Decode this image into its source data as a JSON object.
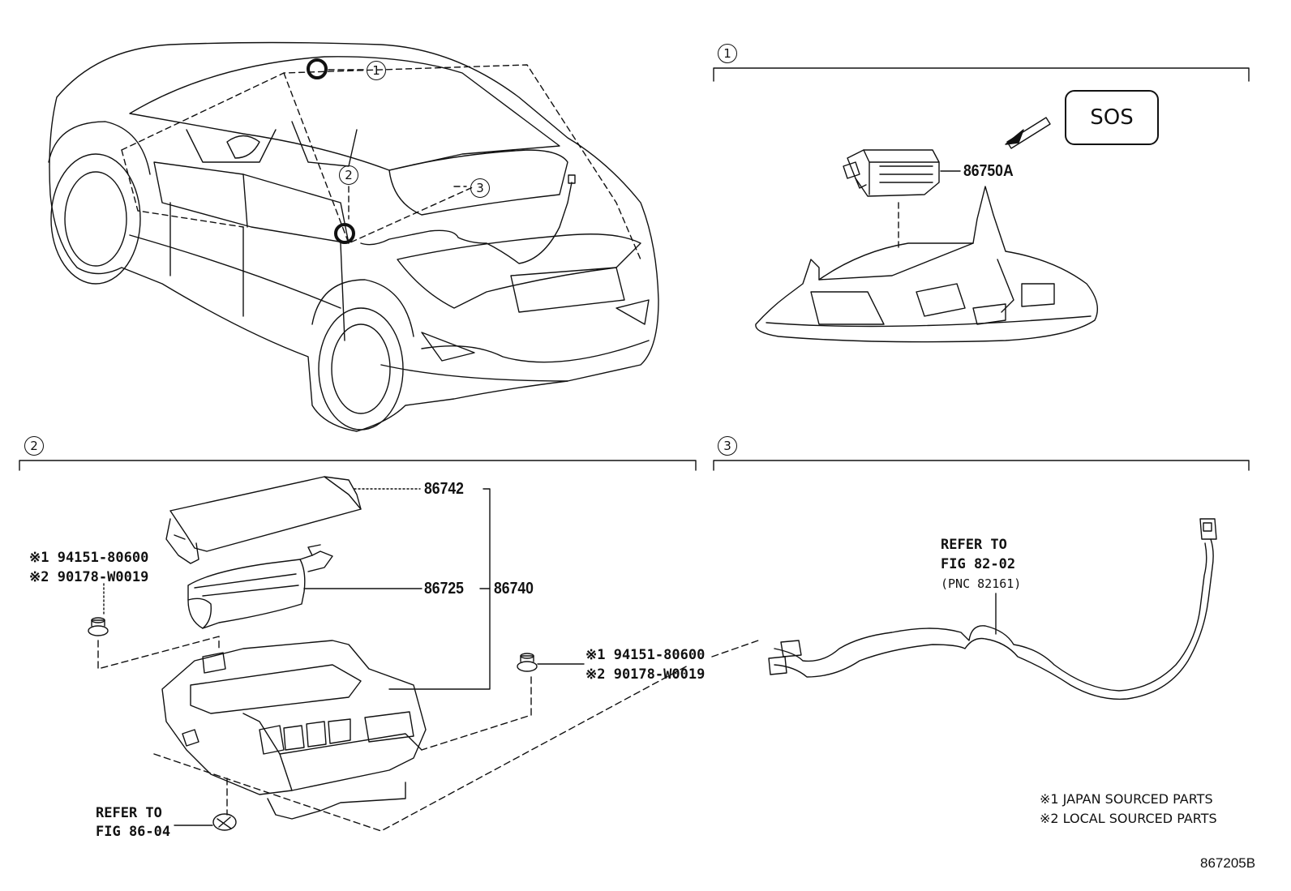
{
  "sections": [
    {
      "marker": "1"
    },
    {
      "marker": "2"
    },
    {
      "marker": "3"
    }
  ],
  "car_callouts": [
    "1",
    "2",
    "3"
  ],
  "sos_box": "SOS",
  "parts": {
    "p86750A": "86750A",
    "p86742": "86742",
    "p86725": "86725",
    "p86740": "86740"
  },
  "fasteners": {
    "left": {
      "line1": "※1 94151-80600",
      "line2": "※2 90178-W0019"
    },
    "right": {
      "line1": "※1 94151-80600",
      "line2": "※2 90178-W0019"
    }
  },
  "refer_bottom": {
    "line1": "REFER TO",
    "line2": "FIG 86-04"
  },
  "refer_harness": {
    "line1": "REFER TO",
    "line2": "FIG 82-02",
    "line3": "(PNC 82161)"
  },
  "notes": {
    "n1": "※1 JAPAN SOURCED PARTS",
    "n2": "※2 LOCAL SOURCED PARTS"
  },
  "figure_code": "867205B"
}
